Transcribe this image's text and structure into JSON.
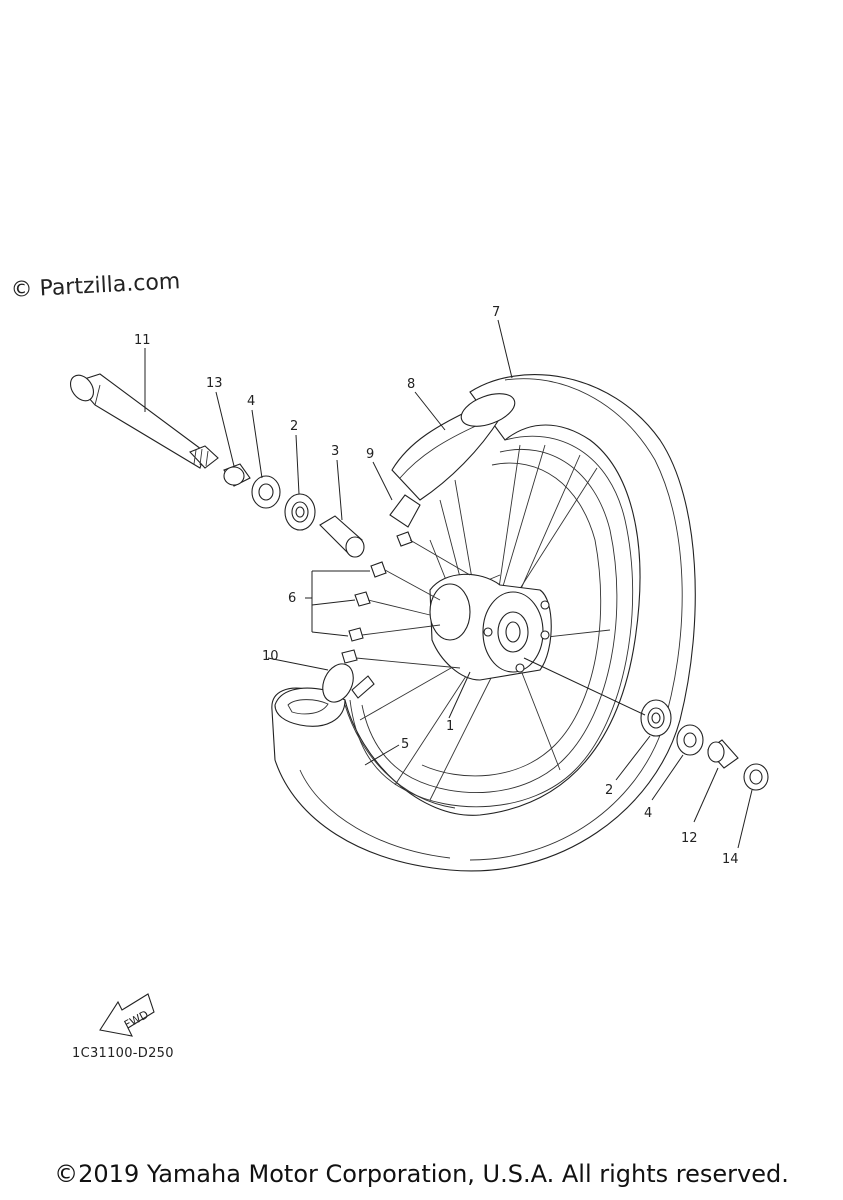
{
  "watermark": "© Partzilla.com",
  "diagram_code": "1C31100-D250",
  "copyright": "©2019 Yamaha Motor Corporation, U.S.A. All rights reserved.",
  "fwd_label": "FWD",
  "callouts": {
    "c1": "1",
    "c2a": "2",
    "c2b": "2",
    "c3": "3",
    "c4a": "4",
    "c4b": "4",
    "c5": "5",
    "c6": "6",
    "c7": "7",
    "c8": "8",
    "c9": "9",
    "c10": "10",
    "c11": "11",
    "c12": "12",
    "c13": "13",
    "c14": "14"
  }
}
